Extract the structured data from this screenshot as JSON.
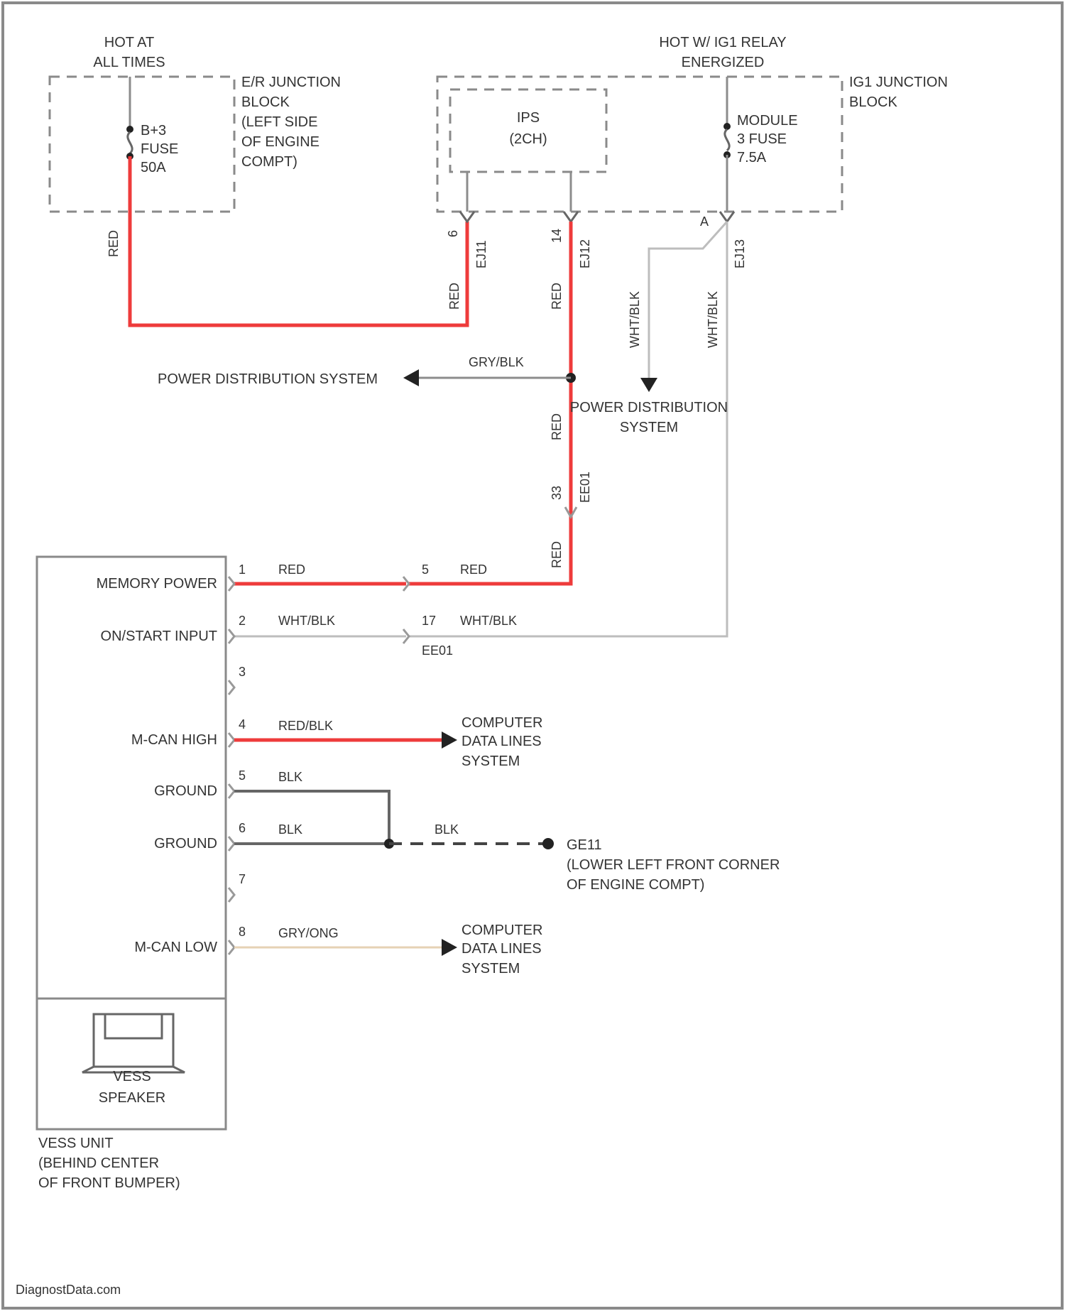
{
  "colors": {
    "red_wire": "#ee3b3b",
    "gray_wire": "#8c8c8c",
    "light_wire": "#bdbdbd",
    "dark_wire": "#666666",
    "tan_wire": "#e6d2b4",
    "frame": "#8a8a8a",
    "text": "#333333"
  },
  "labels": {
    "hot_at_all_times": [
      "HOT AT",
      "ALL TIMES"
    ],
    "hot_w_ig1": [
      "HOT W/ IG1 RELAY",
      "ENERGIZED"
    ],
    "er_junction_block": [
      "E/R JUNCTION",
      "BLOCK",
      "(LEFT SIDE",
      "OF ENGINE",
      "COMPT)"
    ],
    "ig_junction_block": [
      "IG1 JUNCTION",
      "BLOCK"
    ],
    "bplus_fuse": [
      "B+3",
      "FUSE",
      "50A"
    ],
    "ips": [
      "IPS",
      "(2CH)"
    ],
    "module_fuse": [
      "MODULE",
      "3 FUSE",
      "7.5A"
    ],
    "power_distribution_left": "POWER DISTRIBUTION SYSTEM",
    "power_distribution_center": [
      "POWER DISTRIBUTION",
      "SYSTEM"
    ],
    "computer_data_lines_1": [
      "COMPUTER",
      "DATA LINES",
      "SYSTEM"
    ],
    "computer_data_lines_2": [
      "COMPUTER",
      "DATA LINES",
      "SYSTEM"
    ],
    "ground_point": [
      "GE11",
      "(LOWER LEFT FRONT CORNER",
      "OF ENGINE COMPT)"
    ],
    "vess_speaker": [
      "VESS",
      "SPEAKER"
    ],
    "vess_unit": [
      "VESS UNIT",
      "(BEHIND CENTER",
      "OF FRONT BUMPER)"
    ],
    "watermark": "DiagnostData.com"
  },
  "wires": {
    "red": "RED",
    "gry_blk": "GRY/BLK",
    "wht_blk": "WHT/BLK",
    "red_blk": "RED/BLK",
    "blk": "BLK",
    "gry_ong": "GRY/ONG"
  },
  "connectors": {
    "pin_6": "6",
    "pin_14": "14",
    "pin_a": "A",
    "ej11": "EJ11",
    "ej12": "EJ12",
    "ej13": "EJ13",
    "pin_33": "33",
    "ee01": "EE01",
    "pin_5": "5",
    "pin_17": "17",
    "ee01_lower": "EE01"
  },
  "vess_pins": [
    {
      "num": "1",
      "label": "MEMORY POWER"
    },
    {
      "num": "2",
      "label": "ON/START INPUT"
    },
    {
      "num": "3",
      "label": ""
    },
    {
      "num": "4",
      "label": "M-CAN HIGH"
    },
    {
      "num": "5",
      "label": "GROUND"
    },
    {
      "num": "6",
      "label": "GROUND"
    },
    {
      "num": "7",
      "label": ""
    },
    {
      "num": "8",
      "label": "M-CAN LOW"
    }
  ]
}
